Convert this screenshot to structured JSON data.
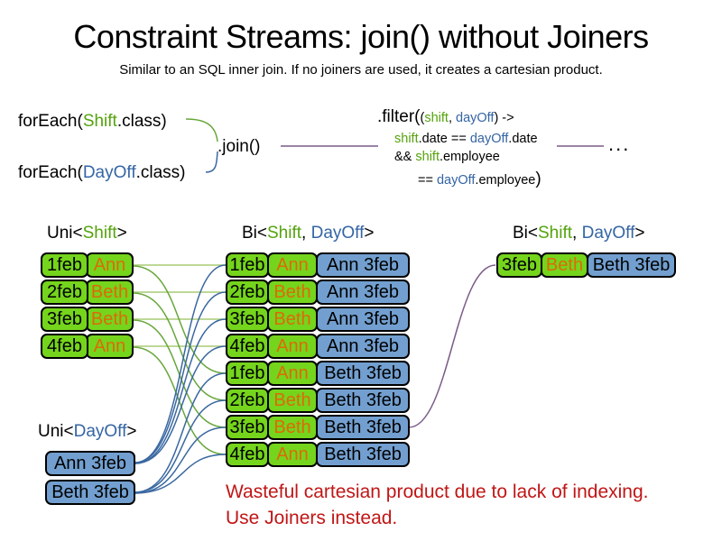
{
  "title": "Constraint Streams: join() without Joiners",
  "subtitle": "Similar to an SQL inner join. If no joiners are used, it creates a cartesian product.",
  "code": {
    "foreach_shift": {
      "pre": "forEach(",
      "cls": "Shift",
      "post": ".class)"
    },
    "foreach_dayoff": {
      "pre": "forEach(",
      "cls": "DayOff",
      "post": ".class)"
    },
    "join": ".join()",
    "ellipsis": "...",
    "filter": {
      "l1_big": ".filter(",
      "l1_paren": "(",
      "l1_shift": "shift",
      "l1_comma": ", ",
      "l1_dayoff": "dayOff",
      "l1_end": ") ->",
      "l2_shift": "shift",
      "l2_mid": ".date == ",
      "l2_dayoff": "dayOff",
      "l2_end": ".date",
      "l3_pre": "&& ",
      "l3_shift": "shift",
      "l3_end": ".employee",
      "l4_pre": "== ",
      "l4_dayoff": "dayOff",
      "l4_mid": ".employee",
      "l4_close": ")"
    }
  },
  "labels": {
    "uni_shift": {
      "pre": "Uni<",
      "shift": "Shift",
      "post": ">"
    },
    "bi_mid": {
      "pre": "Bi<",
      "shift": "Shift",
      "sep": ", ",
      "dayoff": "DayOff",
      "post": ">"
    },
    "bi_right": {
      "pre": "Bi<",
      "shift": "Shift",
      "sep": ", ",
      "dayoff": "DayOff",
      "post": ">"
    },
    "uni_dayoff": {
      "pre": "Uni<",
      "dayoff": "DayOff",
      "post": ">"
    }
  },
  "shift_rows": [
    {
      "date": "1feb",
      "employee": "Ann"
    },
    {
      "date": "2feb",
      "employee": "Beth"
    },
    {
      "date": "3feb",
      "employee": "Beth"
    },
    {
      "date": "4feb",
      "employee": "Ann"
    }
  ],
  "pair_rows": [
    {
      "date": "1feb",
      "employee": "Ann",
      "dayoff": "Ann 3feb"
    },
    {
      "date": "2feb",
      "employee": "Beth",
      "dayoff": "Ann 3feb"
    },
    {
      "date": "3feb",
      "employee": "Beth",
      "dayoff": "Ann 3feb"
    },
    {
      "date": "4feb",
      "employee": "Ann",
      "dayoff": "Ann 3feb"
    },
    {
      "date": "1feb",
      "employee": "Ann",
      "dayoff": "Beth 3feb"
    },
    {
      "date": "2feb",
      "employee": "Beth",
      "dayoff": "Beth 3feb"
    },
    {
      "date": "3feb",
      "employee": "Beth",
      "dayoff": "Beth 3feb"
    },
    {
      "date": "4feb",
      "employee": "Ann",
      "dayoff": "Beth 3feb"
    }
  ],
  "result_row": {
    "date": "3feb",
    "employee": "Beth",
    "dayoff": "Beth 3feb"
  },
  "dayoff_rows": [
    {
      "label": "Ann 3feb"
    },
    {
      "label": "Beth 3feb"
    }
  ],
  "caption": {
    "line1": "Wasteful cartesian product due to lack of indexing.",
    "line2": "Use Joiners instead."
  },
  "colors": {
    "shift_green_text": "#54a30c",
    "dayoff_blue_text": "#3465a4",
    "employee_orange_text": "#dd6a0a",
    "shift_box_fill": "#75d41c",
    "dayoff_box_fill": "#729fcf",
    "caption_red": "#c01616",
    "line_green_light": "#a8cc74",
    "line_green": "#68a73c",
    "line_blue": "#3a68a0",
    "line_purple": "#7a5a87"
  }
}
